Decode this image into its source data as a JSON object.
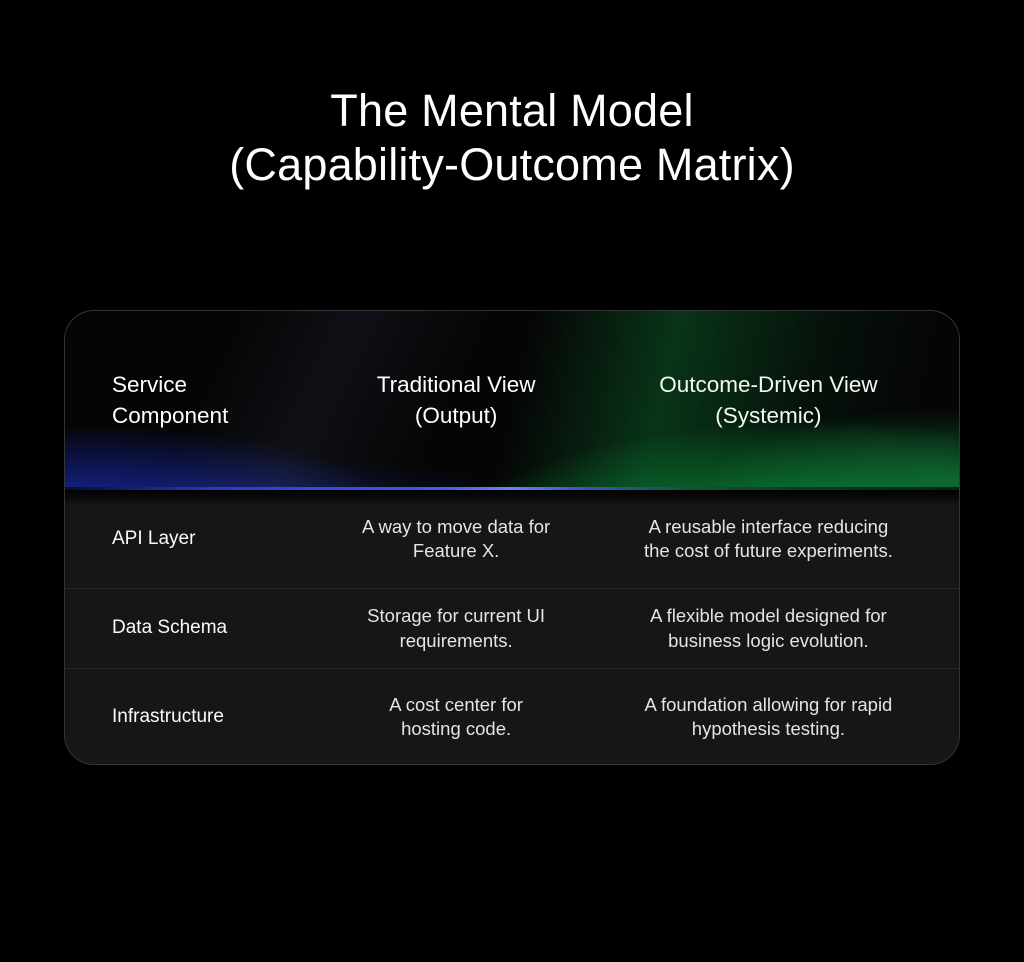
{
  "colors": {
    "page_bg": "#000000",
    "card_bg": "#161616",
    "accent_blue": "#2e4ae0",
    "accent_green": "#13a84e",
    "header_rule_blue": "#6e8cff",
    "text_primary": "#ffffff",
    "text_secondary": "#e4e4e4"
  },
  "title": "The Mental Model\n(Capability-Outcome Matrix)",
  "table": {
    "columns": [
      {
        "label": "Service\nComponent"
      },
      {
        "label": "Traditional View\n(Output)"
      },
      {
        "label": "Outcome-Driven View\n(Systemic)"
      }
    ],
    "rows": [
      {
        "component": "API Layer",
        "traditional": "A way to move data for\nFeature X.",
        "outcome": "A reusable interface reducing\nthe cost of future experiments."
      },
      {
        "component": "Data Schema",
        "traditional": "Storage for current UI\nrequirements.",
        "outcome": "A flexible model designed for\nbusiness logic evolution."
      },
      {
        "component": "Infrastructure",
        "traditional": "A cost center for\nhosting code.",
        "outcome": "A foundation allowing for rapid\nhypothesis testing."
      }
    ]
  }
}
